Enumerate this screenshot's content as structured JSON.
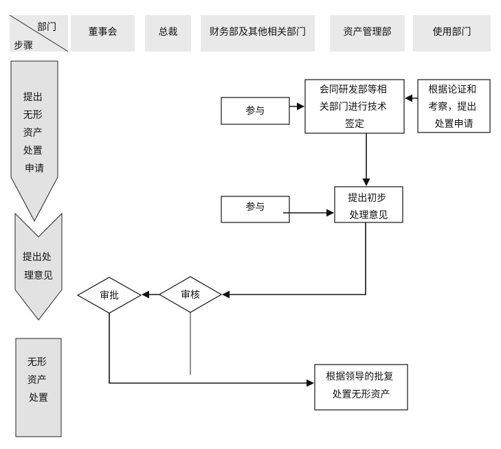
{
  "header": {
    "corner_top": "部门",
    "corner_bottom": "步骤",
    "columns": [
      {
        "label": "董事会"
      },
      {
        "label": "总裁"
      },
      {
        "label": "财务部及其他相关部门"
      },
      {
        "label": "资产管理部"
      },
      {
        "label": "使用部门"
      }
    ]
  },
  "stages": [
    {
      "lines": [
        "提出",
        "无形",
        "资产",
        "处置",
        "申请"
      ]
    },
    {
      "lines": [
        "提出处",
        "理意见"
      ]
    },
    {
      "lines": [
        "无形",
        "资产",
        "处置"
      ]
    }
  ],
  "nodes": {
    "participate_1": {
      "lines": [
        "参与"
      ]
    },
    "tech_appraisal": {
      "lines": [
        "会同研发部等相",
        "关部门进行技术",
        "签定"
      ]
    },
    "user_request": {
      "lines": [
        "根据论证和",
        "考察，提出",
        "处置申请"
      ]
    },
    "participate_2": {
      "lines": [
        "参与"
      ]
    },
    "preliminary_opinion": {
      "lines": [
        "提出初步",
        "处理意见"
      ]
    },
    "approve": {
      "lines": [
        "审批"
      ]
    },
    "review": {
      "lines": [
        "审核"
      ]
    },
    "dispose": {
      "lines": [
        "根据领导的批复",
        "处置无形资产"
      ]
    }
  }
}
